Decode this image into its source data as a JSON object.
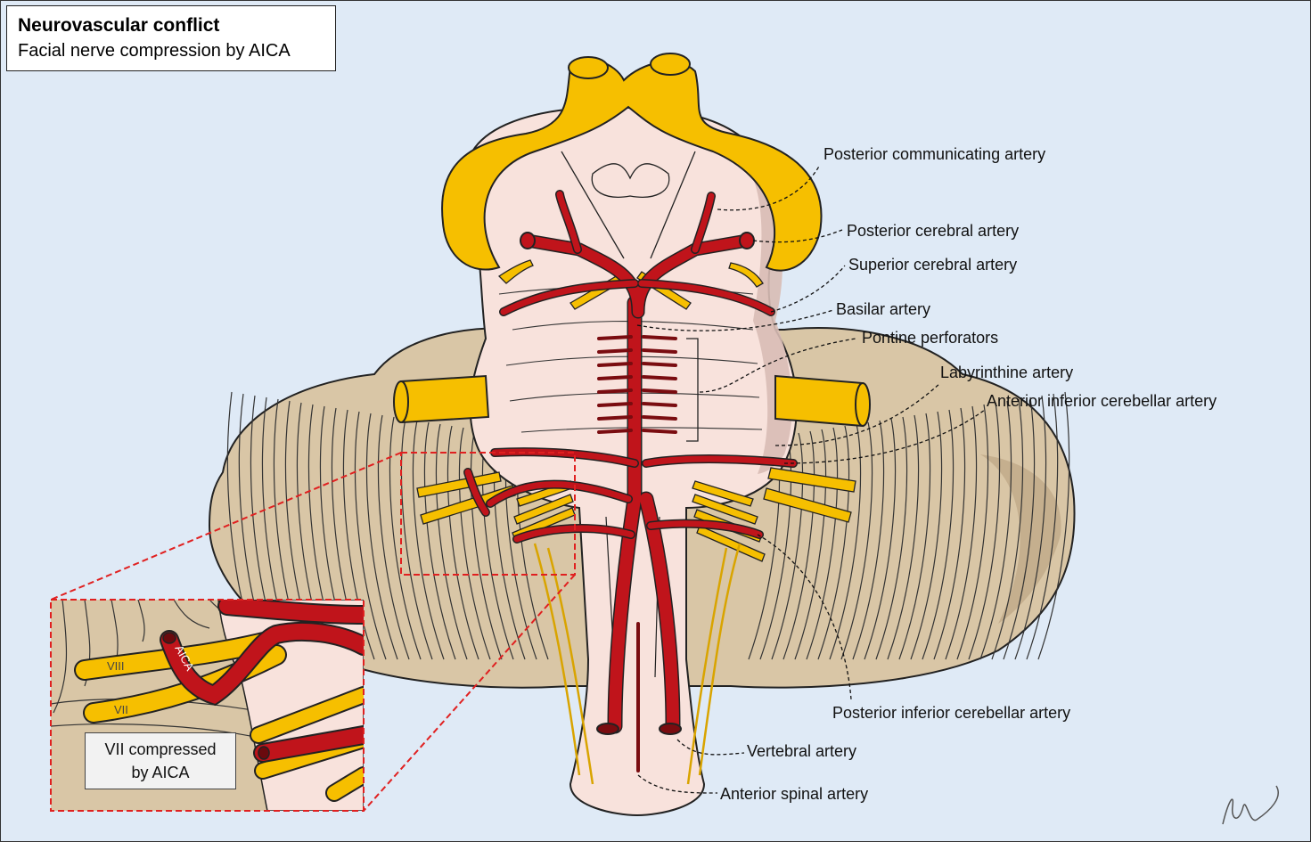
{
  "header": {
    "title": "Neurovascular conflict",
    "subtitle": "Facial nerve compression by AICA"
  },
  "labels": {
    "pcomm": "Posterior communicating artery",
    "pca": "Posterior cerebral artery",
    "sca": "Superior cerebral artery",
    "basilar": "Basilar artery",
    "pontine": "Pontine perforators",
    "labyrinthine": "Labyrinthine artery",
    "aica": "Anterior inferior cerebellar artery",
    "pica": "Posterior inferior cerebellar artery",
    "vertebral": "Vertebral artery",
    "anterior_spinal": "Anterior spinal artery"
  },
  "inset": {
    "nerve_viii": "VIII",
    "nerve_vii": "VII",
    "artery_tag": "AICA",
    "note_line1": "VII compressed",
    "note_line2": "by AICA"
  },
  "colors": {
    "background": "#dfeaf6",
    "artery": "#c0141b",
    "nerve": "#f6bf00",
    "brainstem": "#f8e2dc",
    "cerebellum": "#d9c6a6",
    "highlight_box": "#e02020"
  }
}
